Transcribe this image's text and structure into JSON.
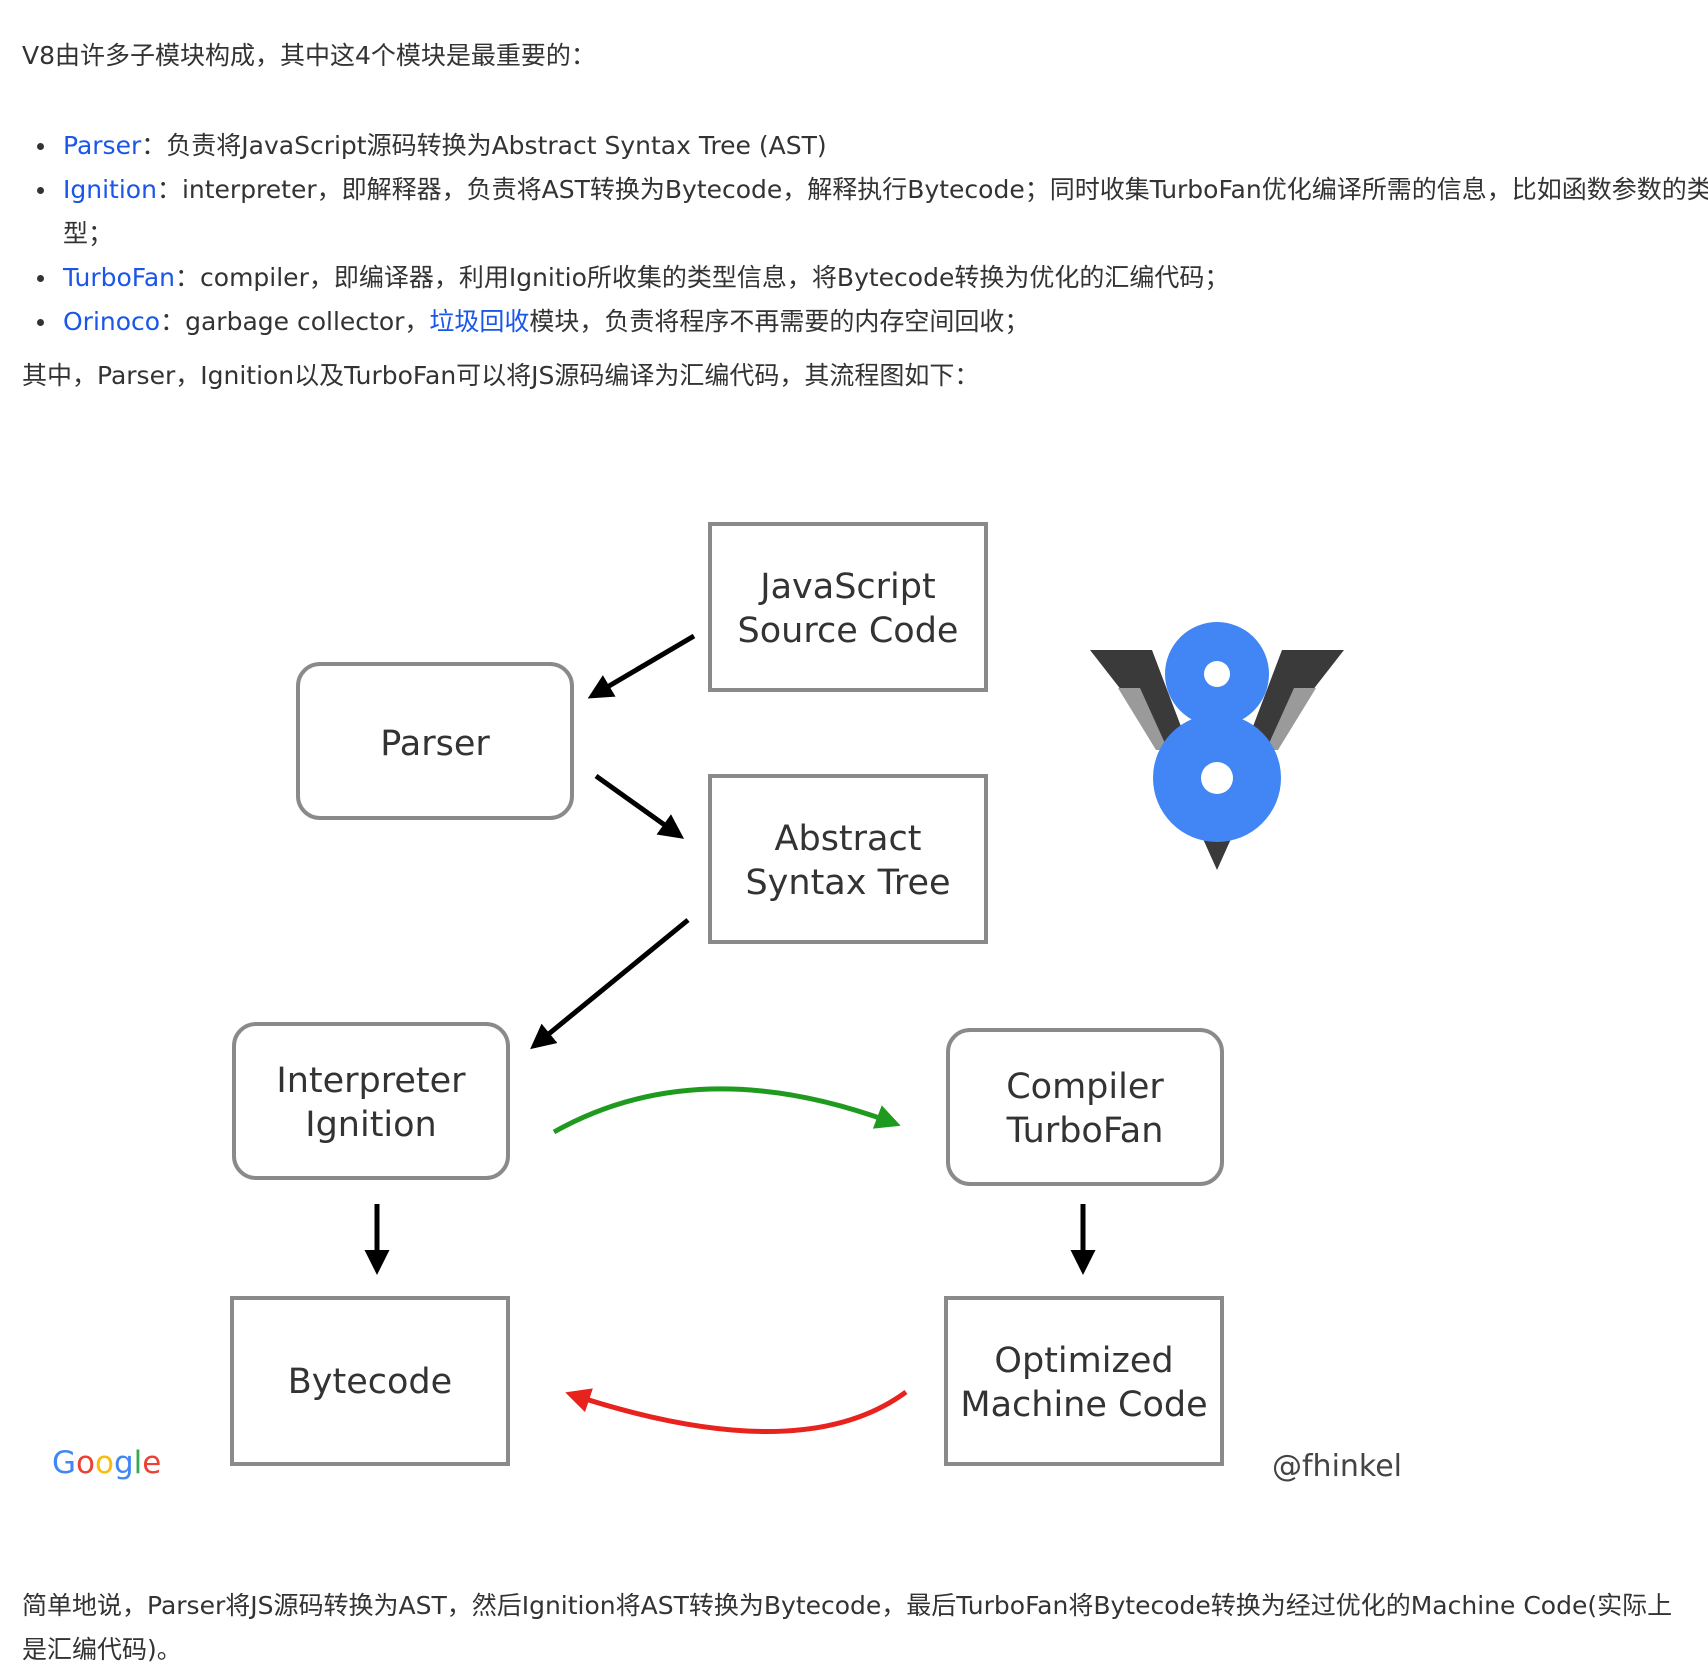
{
  "intro": "V8由许多子模块构成，其中这4个模块是最重要的：",
  "modules": [
    {
      "name": "Parser",
      "sep": "：",
      "desc": "负责将JavaScript源码转换为Abstract Syntax Tree (AST)"
    },
    {
      "name": "Ignition",
      "sep": "：",
      "desc": "interpreter，即解释器，负责将AST转换为Bytecode，解释执行Bytecode；同时收集TurboFan优化编译所需的信息，比如函数参数的类型；"
    },
    {
      "name": "TurboFan",
      "sep": "：",
      "desc": "compiler，即编译器，利用Ignitio所收集的类型信息，将Bytecode转换为优化的汇编代码；"
    },
    {
      "name": "Orinoco",
      "sep": "：",
      "desc_before": "garbage collector，",
      "link": "垃圾回收",
      "desc_after": "模块，负责将程序不再需要的内存空间回收；"
    }
  ],
  "flow_intro": "其中，Parser，Ignition以及TurboFan可以将JS源码编译为汇编代码，其流程图如下：",
  "diagram": {
    "js_source": [
      "JavaScript",
      "Source Code"
    ],
    "parser": "Parser",
    "ast": [
      "Abstract",
      "Syntax Tree"
    ],
    "interpreter": [
      "Interpreter",
      "Ignition"
    ],
    "compiler": [
      "Compiler",
      "TurboFan"
    ],
    "bytecode": "Bytecode",
    "machine_code": [
      "Optimized",
      "Machine Code"
    ],
    "credit_left": "Google",
    "credit_right": "@fhinkel",
    "colors": {
      "box_border": "#8a8a8a",
      "arrow_forward": "#1e9a1e",
      "arrow_back": "#e8221d",
      "v8_blue": "#4285f4",
      "v8_dark": "#3a3a3a"
    }
  },
  "summary": "简单地说，Parser将JS源码转换为AST，然后Ignition将AST转换为Bytecode，最后TurboFan将Bytecode转换为经过优化的Machine Code(实际上是汇编代码)。"
}
